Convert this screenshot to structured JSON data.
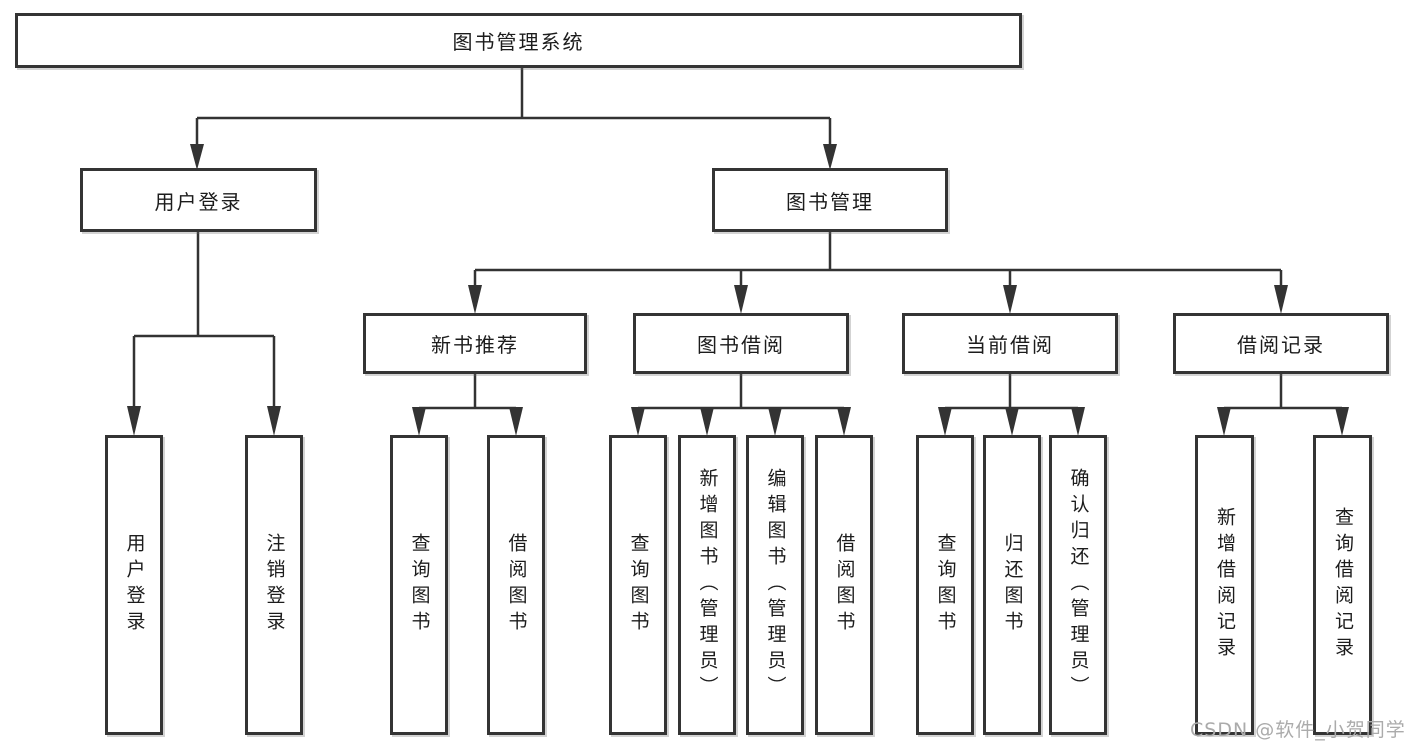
{
  "diagram": {
    "type": "tree",
    "colors": {
      "line": "#333333",
      "box_border": "#343434",
      "text": "#1c1c1c",
      "watermark": "#ababab"
    },
    "nodes": {
      "root": {
        "label": "图书管理系统"
      },
      "user_login": {
        "label": "用户登录"
      },
      "book_mgmt": {
        "label": "图书管理"
      },
      "new_book_rec": {
        "label": "新书推荐"
      },
      "book_borrow": {
        "label": "图书借阅"
      },
      "current_borrow": {
        "label": "当前借阅"
      },
      "borrow_records": {
        "label": "借阅记录"
      },
      "leaf_user_login": {
        "label": "用户登录"
      },
      "leaf_logout": {
        "label": "注销登录"
      },
      "rec_query": {
        "label": "查询图书"
      },
      "rec_borrow": {
        "label": "借阅图书"
      },
      "bb_query": {
        "label": "查询图书"
      },
      "bb_add": {
        "label": "新增图书（管理员）"
      },
      "bb_edit": {
        "label": "编辑图书（管理员）"
      },
      "bb_borrow": {
        "label": "借阅图书"
      },
      "cb_query": {
        "label": "查询图书"
      },
      "cb_return": {
        "label": "归还图书"
      },
      "cb_confirm": {
        "label": "确认归还（管理员）"
      },
      "br_add": {
        "label": "新增借阅记录"
      },
      "br_query": {
        "label": "查询借阅记录"
      }
    },
    "edges": [
      [
        "root",
        "user_login"
      ],
      [
        "root",
        "book_mgmt"
      ],
      [
        "user_login",
        "leaf_user_login"
      ],
      [
        "user_login",
        "leaf_logout"
      ],
      [
        "book_mgmt",
        "new_book_rec"
      ],
      [
        "book_mgmt",
        "book_borrow"
      ],
      [
        "book_mgmt",
        "current_borrow"
      ],
      [
        "book_mgmt",
        "borrow_records"
      ],
      [
        "new_book_rec",
        "rec_query"
      ],
      [
        "new_book_rec",
        "rec_borrow"
      ],
      [
        "book_borrow",
        "bb_query"
      ],
      [
        "book_borrow",
        "bb_add"
      ],
      [
        "book_borrow",
        "bb_edit"
      ],
      [
        "book_borrow",
        "bb_borrow"
      ],
      [
        "current_borrow",
        "cb_query"
      ],
      [
        "current_borrow",
        "cb_return"
      ],
      [
        "current_borrow",
        "cb_confirm"
      ],
      [
        "borrow_records",
        "br_add"
      ],
      [
        "borrow_records",
        "br_query"
      ]
    ]
  },
  "watermark": {
    "text": "CSDN @软件_小贺同学"
  }
}
